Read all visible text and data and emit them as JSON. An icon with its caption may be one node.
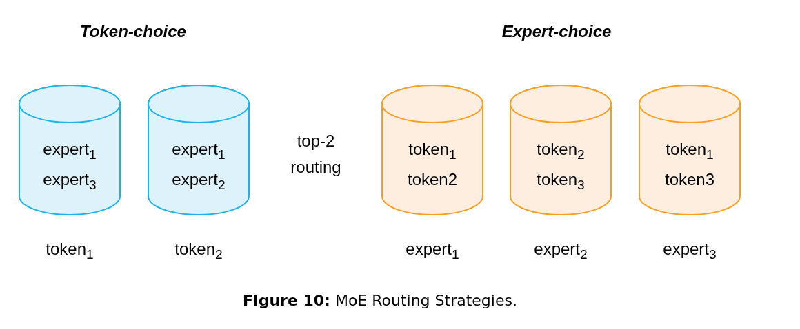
{
  "diagram": {
    "caption": "**Figure 10:** MoE Routing Strategies.",
    "nodes": [
      {
        "text": [
          "expert$_{1}$",
          "expert$_{3}$"
        ],
        "beside": [
          "token$_{1}$"
        ]
      },
      {
        "text": [
          "expert$_{1}$",
          "expert$_{2}$"
        ],
        "beside": [
          "token$_{2}$"
        ]
      },
      {
        "text": [
          "token$_{1}$",
          "token2"
        ],
        "beside": [
          "expert$_{1}$"
        ]
      },
      {
        "text": [
          "token$_{2}$",
          "token$_{3}$"
        ],
        "beside": [
          "expert$_{2}$"
        ]
      },
      {
        "text": [
          "token$_{1}$",
          "token3"
        ],
        "beside": [
          "expert$_{3}$"
        ]
      }
    ],
    "labels": [
      "Token-choice",
      "Expert-choice",
      "top-2 routing"
    ]
  }
}
